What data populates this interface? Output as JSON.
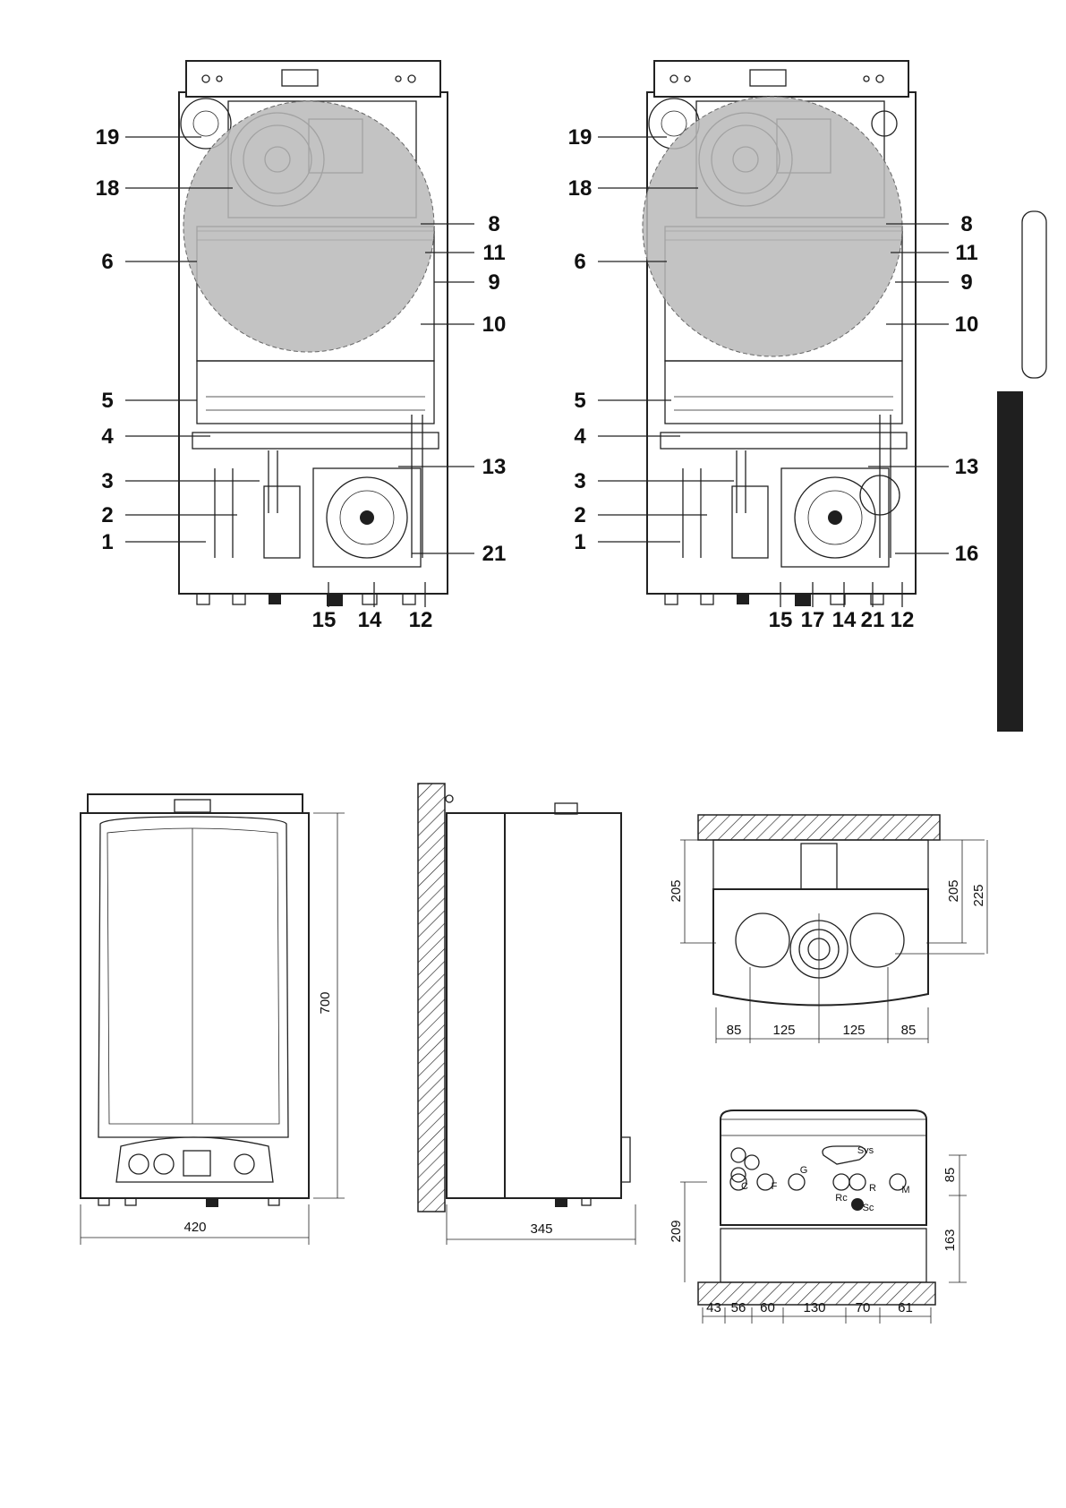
{
  "diagram_left": {
    "callouts_left": [
      "19",
      "18",
      "6",
      "5",
      "4",
      "3",
      "2",
      "1"
    ],
    "callouts_right": [
      "8",
      "11",
      "9",
      "10",
      "13",
      "21"
    ],
    "callouts_bottom": [
      "15",
      "14",
      "12"
    ]
  },
  "diagram_right": {
    "callouts_left": [
      "19",
      "18",
      "6",
      "5",
      "4",
      "3",
      "2",
      "1"
    ],
    "callouts_right": [
      "8",
      "11",
      "9",
      "10",
      "13",
      "16"
    ],
    "callouts_bottom": [
      "15",
      "17",
      "14",
      "21",
      "12"
    ]
  },
  "front_view": {
    "width_dim": "420",
    "height_dim": "700"
  },
  "side_view": {
    "depth_dim": "345"
  },
  "top_view": {
    "left_dim": "205",
    "right_dim_inner": "205",
    "right_dim_outer": "225",
    "bottom_dims": [
      "85",
      "125",
      "125",
      "85"
    ]
  },
  "bottom_view": {
    "connection_labels": [
      "Svs",
      "C",
      "F",
      "G",
      "Rc",
      "R",
      "M",
      "Sc"
    ],
    "right_dims": [
      "85",
      "163"
    ],
    "left_dim": "209",
    "bottom_dims": [
      "43",
      "56",
      "60",
      "130",
      "70",
      "61"
    ]
  }
}
